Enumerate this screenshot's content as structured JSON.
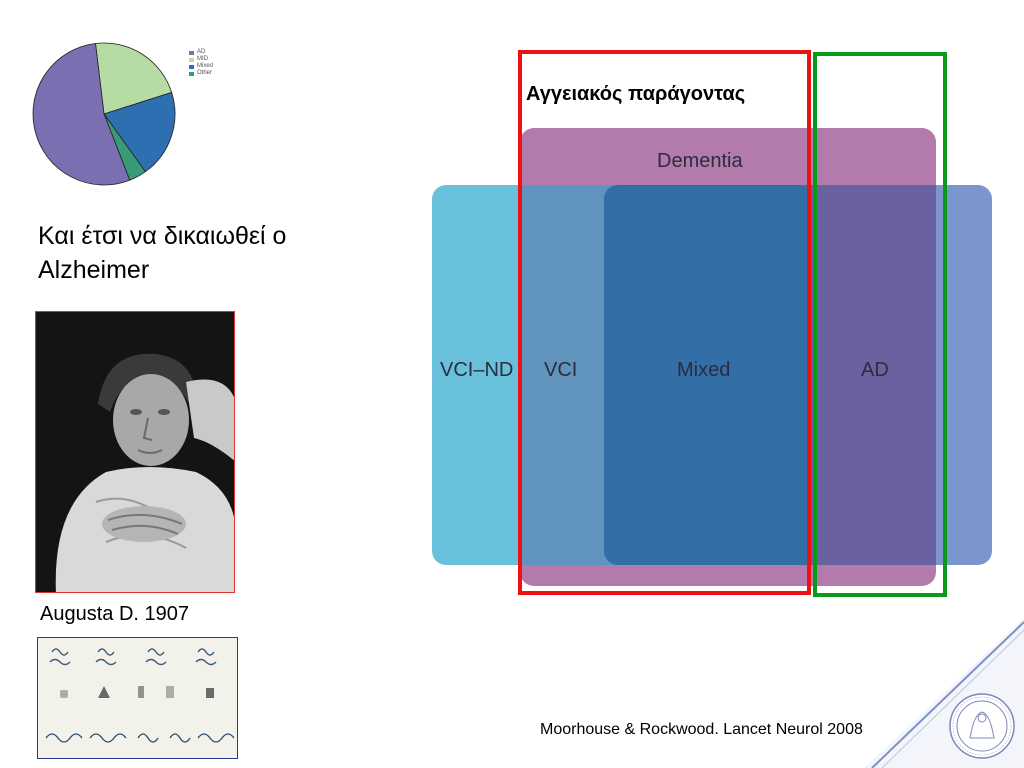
{
  "chart_data": {
    "type": "pie",
    "categories": [
      "AD",
      "MID",
      "Mixed",
      "Other"
    ],
    "values": [
      54,
      22,
      20,
      4
    ],
    "colors": [
      "#7b6fb2",
      "#b5dca2",
      "#2e6fb1",
      "#3a9a78"
    ],
    "legend_position": "right"
  },
  "slide": {
    "heading_line1": "Και έτσι να δικαιωθεί  ο",
    "heading_line2": "Alzheimer",
    "photo_caption": "Augusta D. 1907",
    "vascular_factor_label": "Αγγειακός παράγοντας",
    "reference": "Moorhouse & Rockwood. Lancet Neurol 2008"
  },
  "venn": {
    "dementia": "Dementia",
    "vci_nd": "VCI–ND",
    "vci": "VCI",
    "mixed": "Mixed",
    "ad": "AD"
  },
  "colors": {
    "red_frame": "#ee1111",
    "green_frame": "#0a9a1a",
    "dementia": "#b07aab",
    "vci": "#69c0da",
    "mixed": "#336ea6",
    "ad": "#7a8fc6"
  }
}
